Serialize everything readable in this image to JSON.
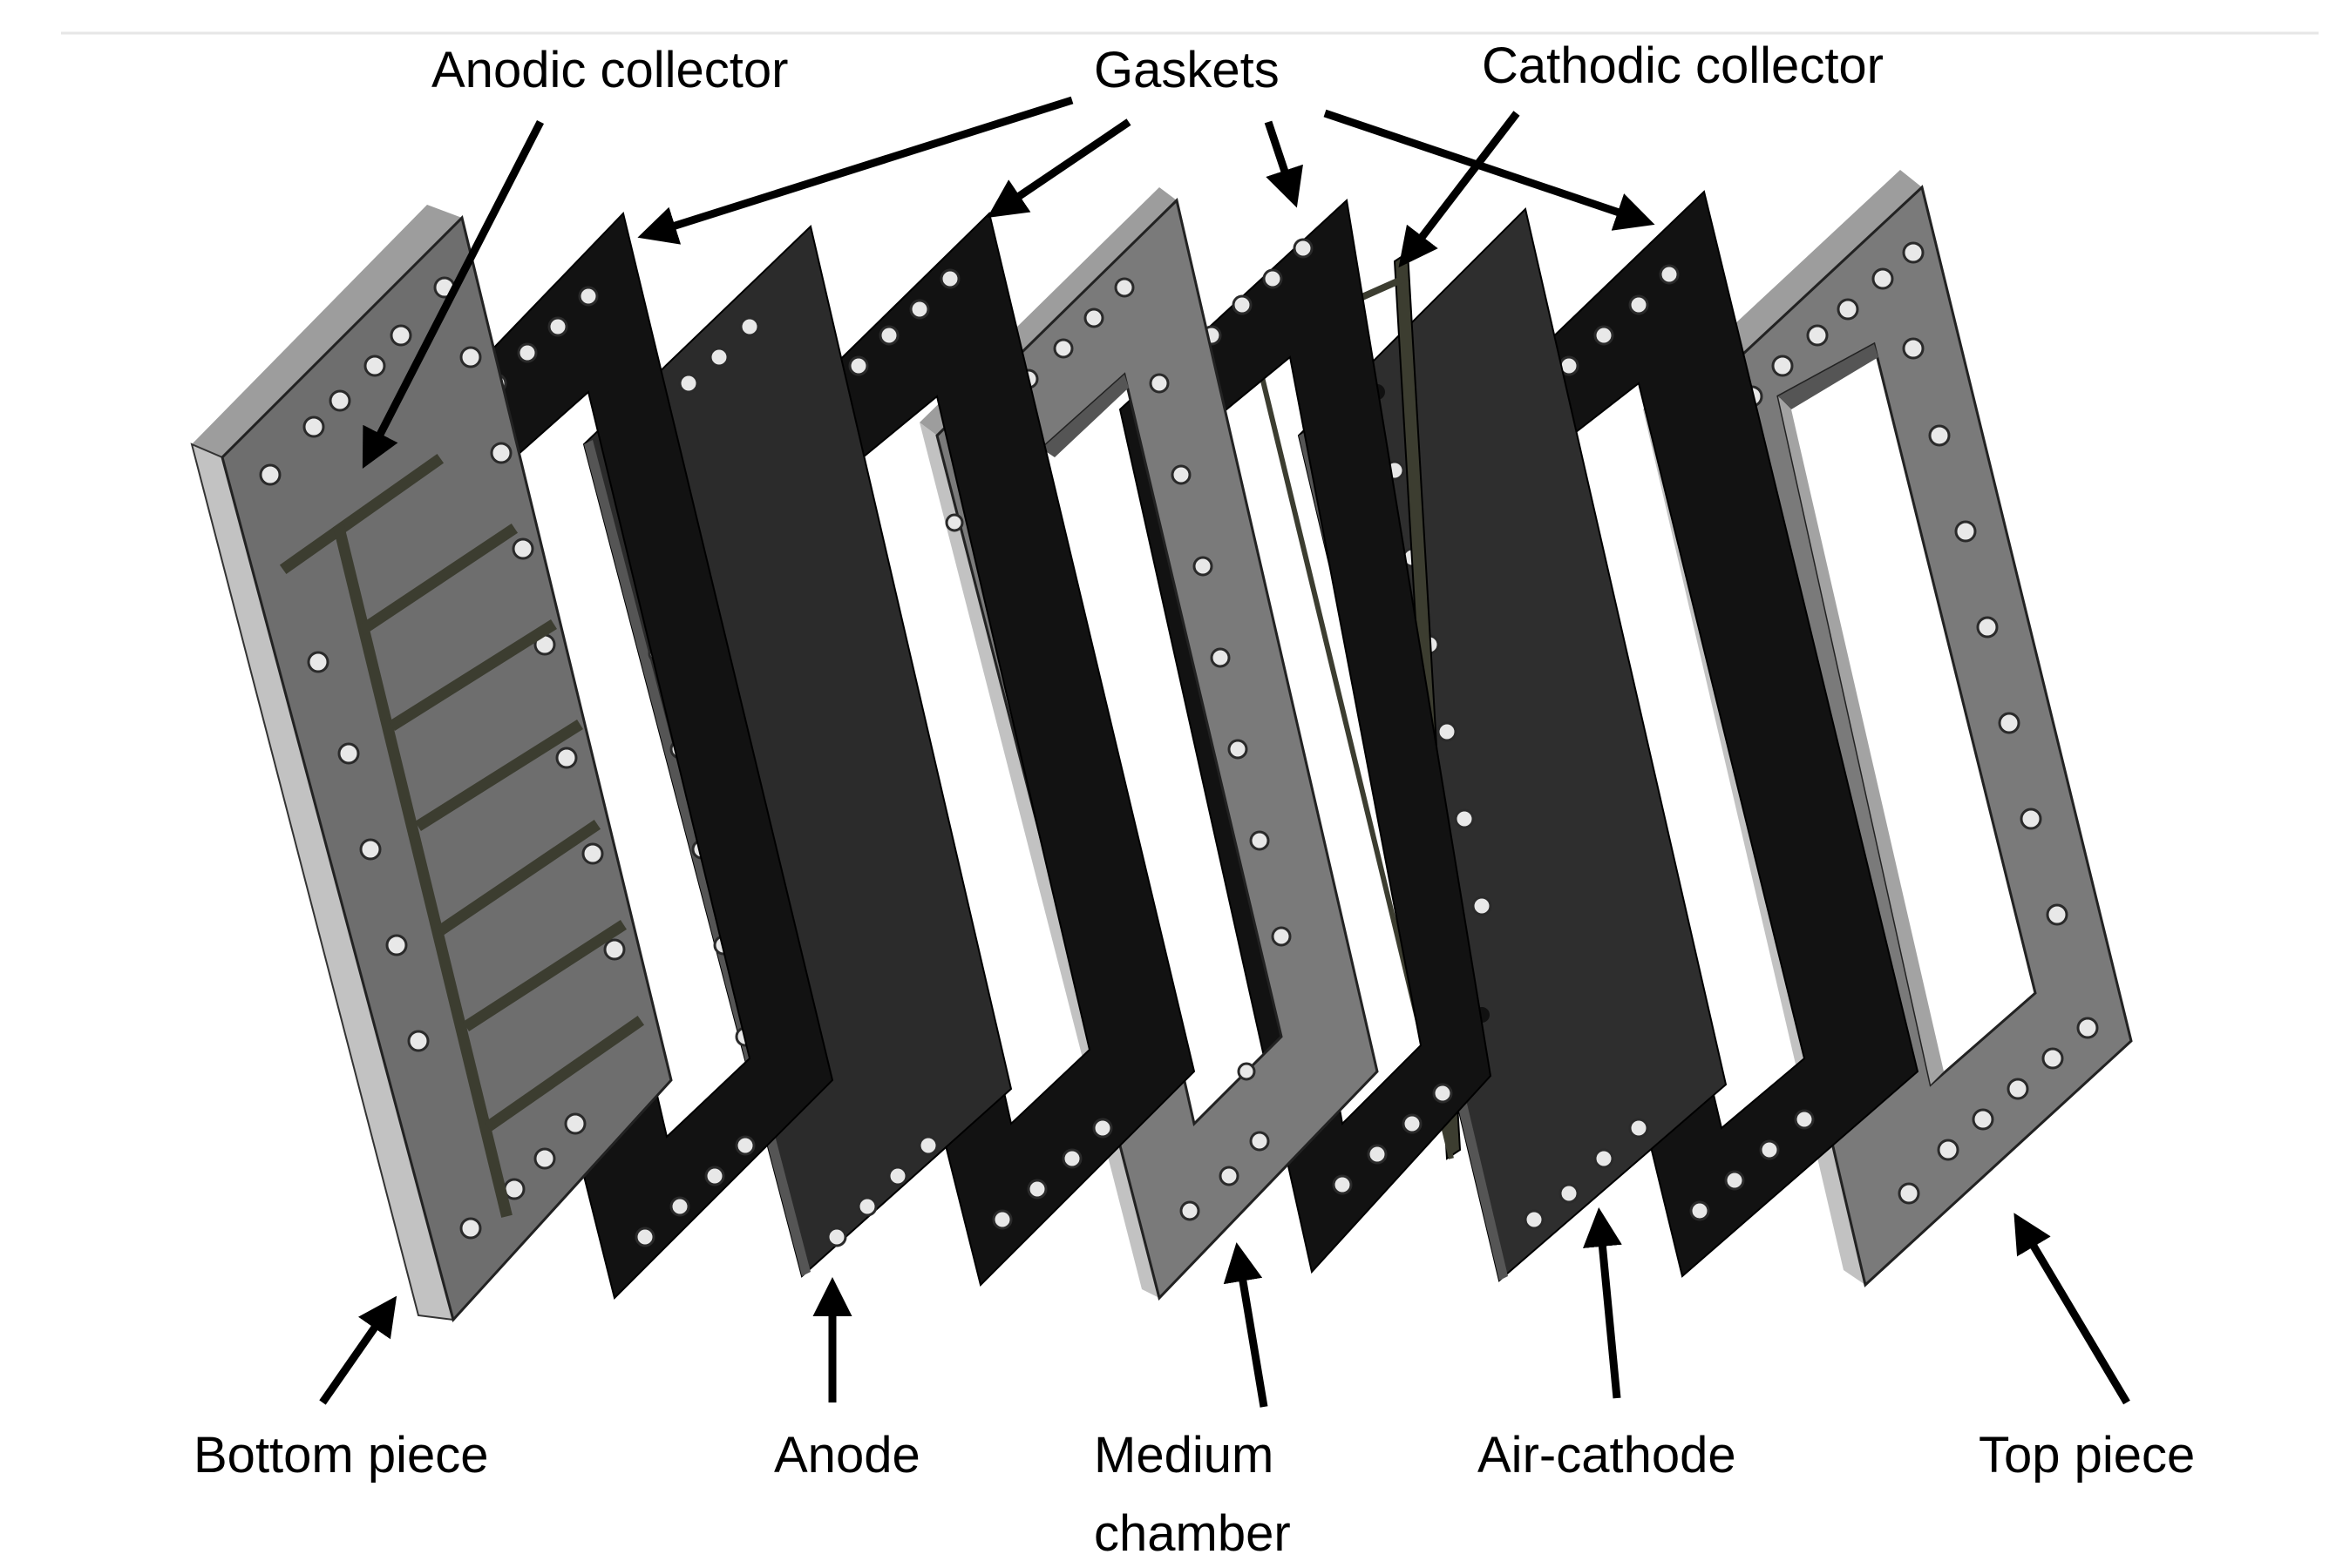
{
  "labels": {
    "anodic_collector": "Anodic collector",
    "gaskets": "Gaskets",
    "cathodic_collector": "Cathodic collector",
    "bottom_piece": "Bottom piece",
    "anode": "Anode",
    "medium_chamber_line1": "Medium",
    "medium_chamber_line2": "chamber",
    "air_cathode": "Air-cathode",
    "top_piece": "Top piece"
  },
  "colors": {
    "background": "#ffffff",
    "plate_grey_face": "#6e6e6e",
    "plate_grey_edge": "#b9b9b9",
    "gasket_black": "#121212",
    "electrode_dark": "#2b2b2b",
    "collector_olive": "#3c3d30",
    "hole_fill": "#e8e8e8"
  }
}
